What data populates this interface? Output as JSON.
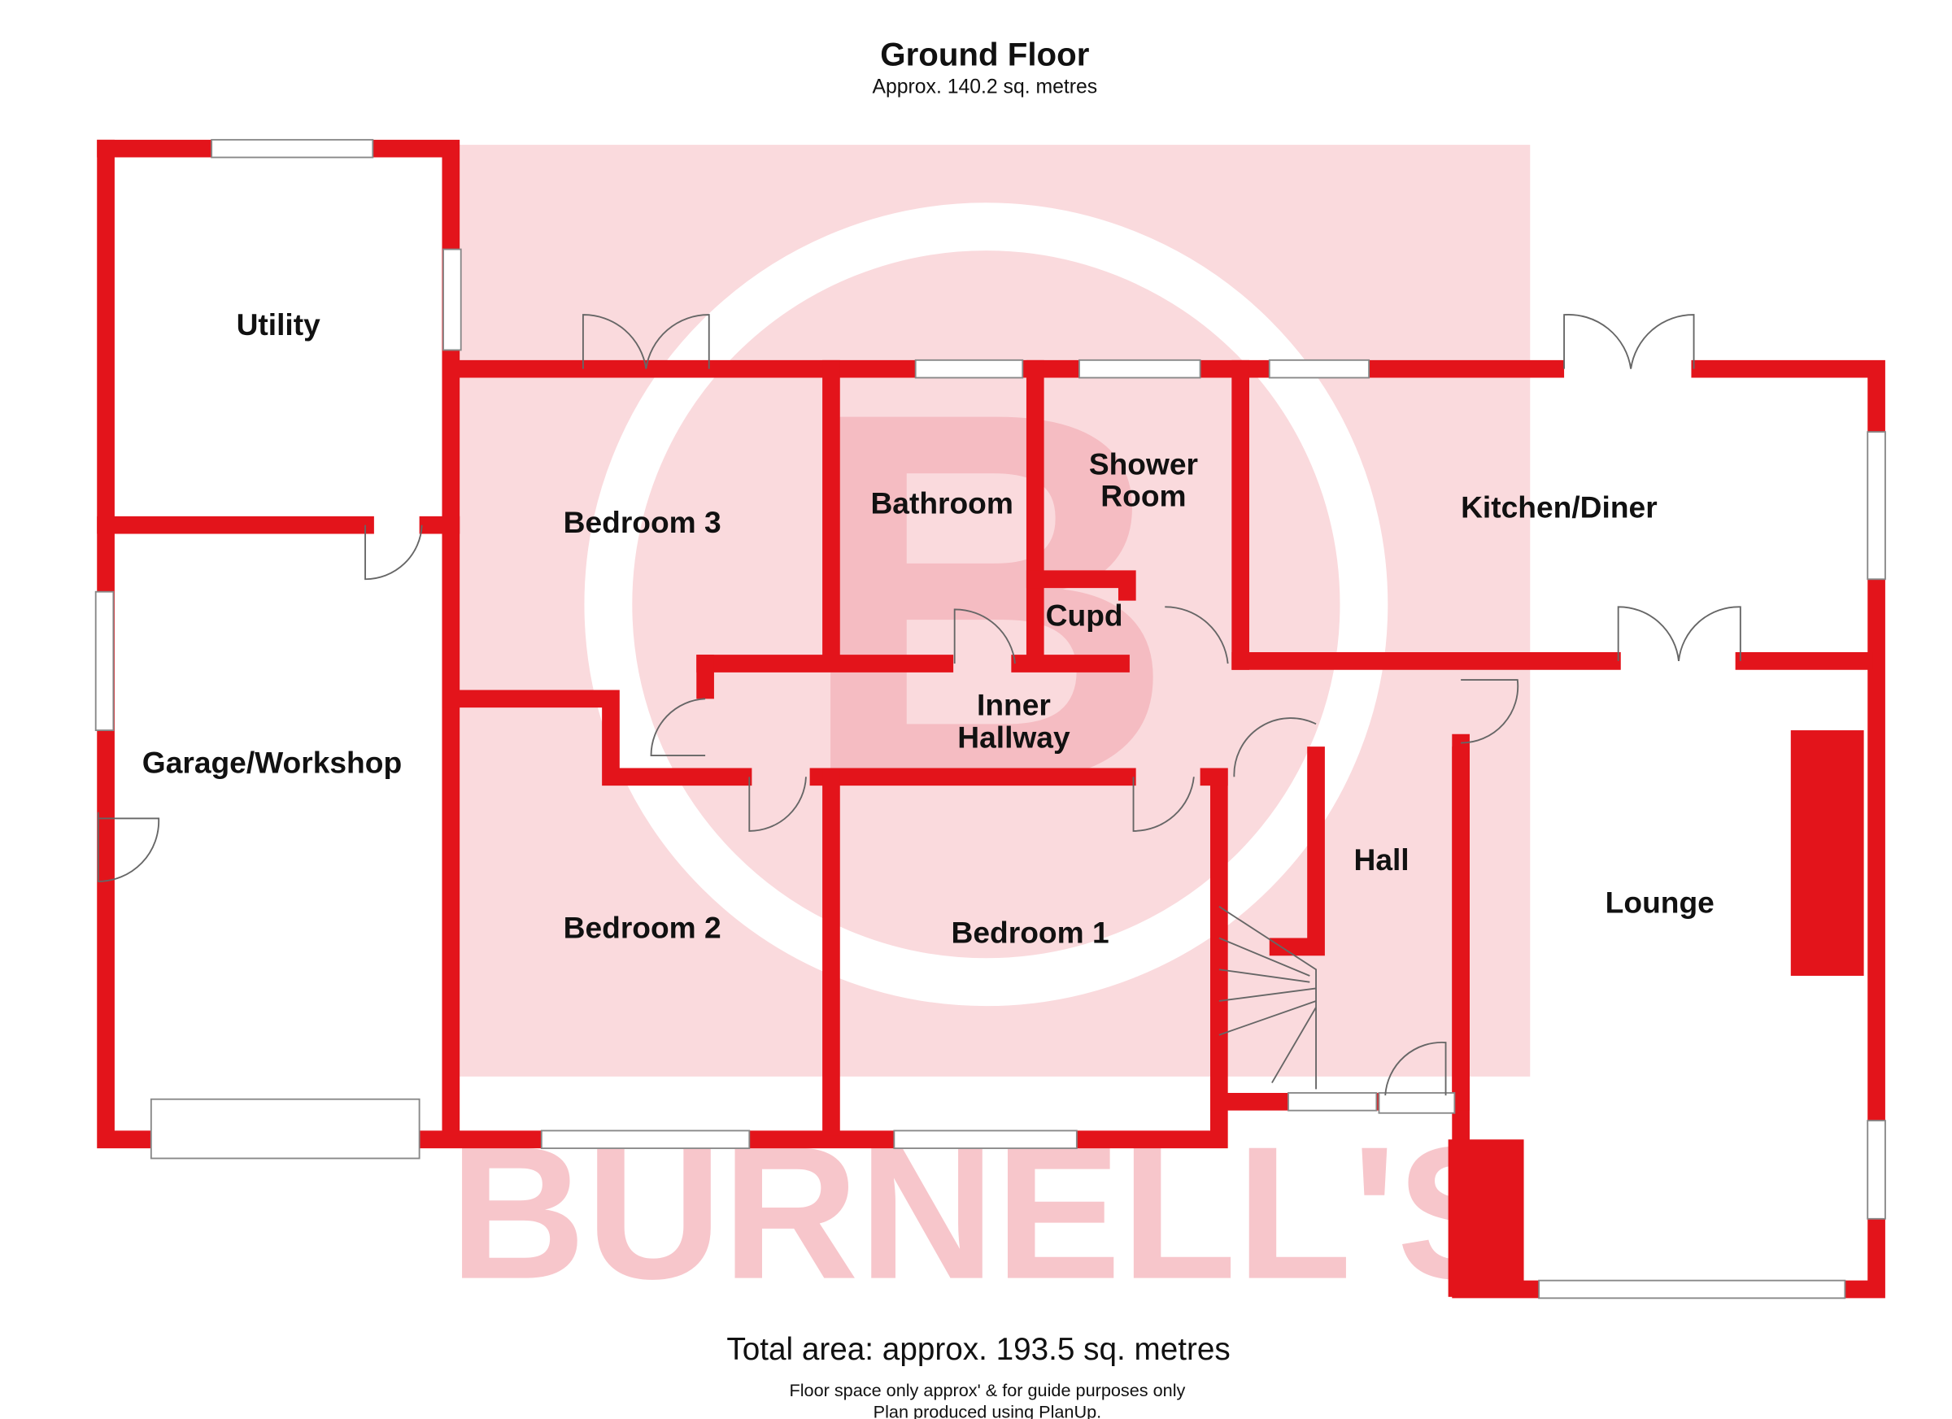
{
  "header": {
    "title": "Ground Floor",
    "subtitle": "Approx. 140.2 sq. metres"
  },
  "rooms": {
    "utility": "Utility",
    "garage": "Garage/Workshop",
    "bedroom3": "Bedroom 3",
    "bathroom": "Bathroom",
    "shower1": "Shower",
    "shower2": "Room",
    "cupd": "Cupd",
    "kitchen": "Kitchen/Diner",
    "inner1": "Inner",
    "inner2": "Hallway",
    "bedroom2": "Bedroom 2",
    "bedroom1": "Bedroom 1",
    "hall": "Hall",
    "lounge": "Lounge"
  },
  "watermark": {
    "text": "BURNELL'S",
    "letter": "B"
  },
  "footer": {
    "total": "Total area: approx. 193.5 sq. metres",
    "note1": "Floor space only approx' & for guide purposes only",
    "note2": "Plan produced using PlanUp."
  },
  "colors": {
    "wall": "#e3141b",
    "watermark": "#f9d5d8"
  }
}
